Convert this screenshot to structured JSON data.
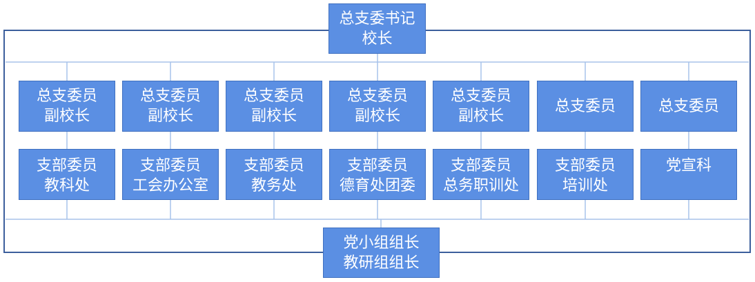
{
  "colors": {
    "box_fill": "#5b8fe3",
    "box_border": "#3f6fbf",
    "frame": "#3b5e9c",
    "connector": "#a7c2ea",
    "text": "#ffffff"
  },
  "top": {
    "line1": "总支委书记",
    "line2": "校长"
  },
  "bottom": {
    "line1": "党小组组长",
    "line2": "教研组组长"
  },
  "columns": [
    {
      "upper": [
        "总支委员",
        "副校长"
      ],
      "lower": [
        "支部委员",
        "教科处"
      ]
    },
    {
      "upper": [
        "总支委员",
        "副校长"
      ],
      "lower": [
        "支部委员",
        "工会办公室"
      ]
    },
    {
      "upper": [
        "总支委员",
        "副校长"
      ],
      "lower": [
        "支部委员",
        "教务处"
      ]
    },
    {
      "upper": [
        "总支委员",
        "副校长"
      ],
      "lower": [
        "支部委员",
        "德育处团委"
      ]
    },
    {
      "upper": [
        "总支委员",
        "副校长"
      ],
      "lower": [
        "支部委员",
        "总务职训处"
      ]
    },
    {
      "upper": [
        "总支委员"
      ],
      "lower": [
        "支部委员",
        "培训处"
      ]
    },
    {
      "upper": [
        "总支委员"
      ],
      "lower": [
        "党宣科"
      ]
    }
  ]
}
